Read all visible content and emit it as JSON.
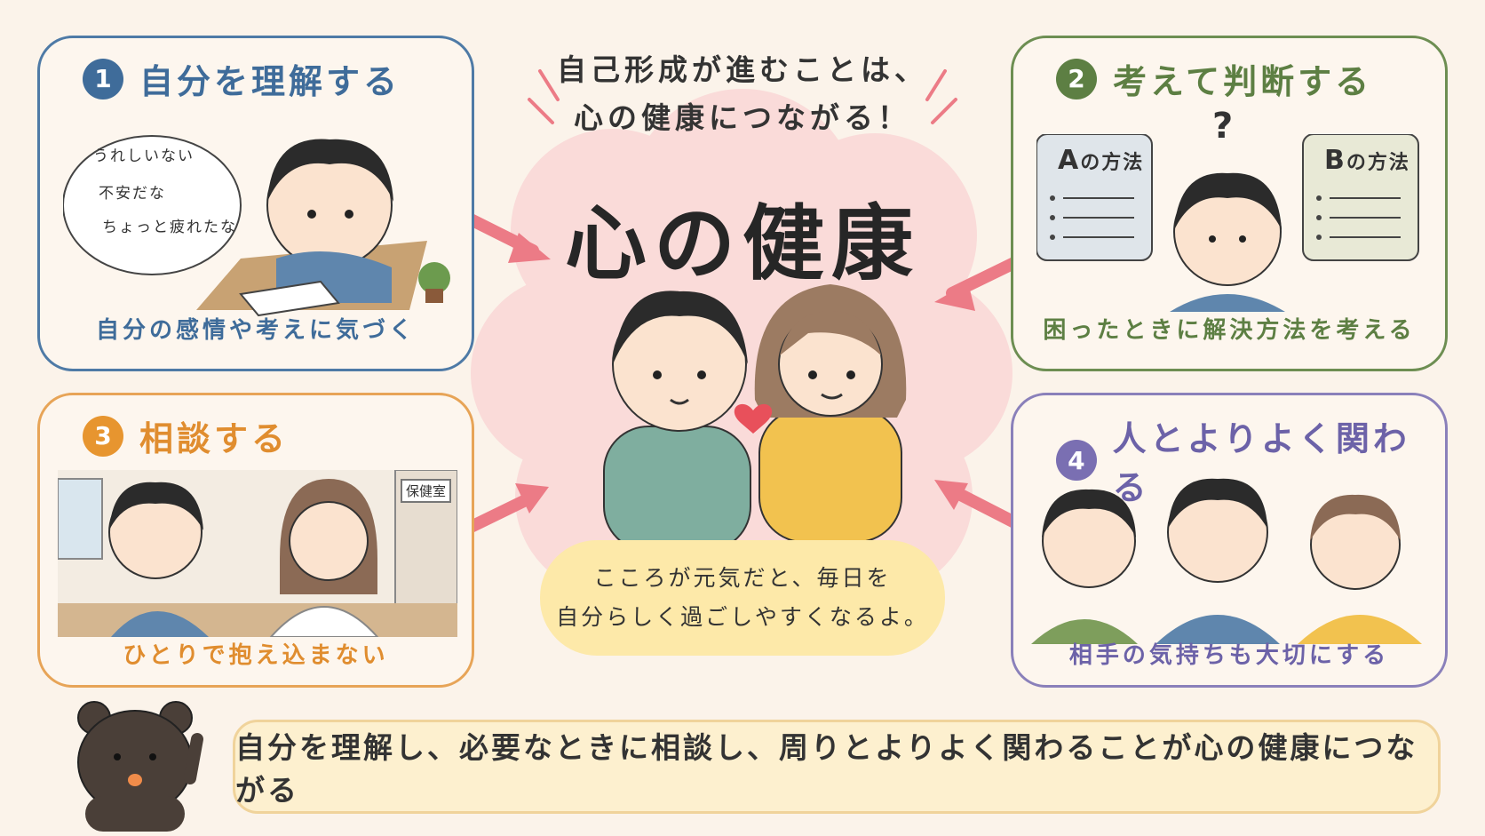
{
  "headline": {
    "line1": "自己形成が進むことは、",
    "line2": "心の健康につながる！"
  },
  "center": {
    "title": "心の健康",
    "bubble_line1": "こころが元気だと、毎日を",
    "bubble_line2": "自分らしく過ごしやすくなるよ。"
  },
  "cards": [
    {
      "number": "1",
      "title": "自分を理解する",
      "caption": "自分の感情や考えに気づく",
      "thoughts": [
        "うれしいない",
        "不安だな",
        "ちょっと疲れたな"
      ]
    },
    {
      "number": "2",
      "title": "考えて判断する",
      "caption": "困ったときに解決方法を考える",
      "question": "?",
      "option_a_letter": "A",
      "option_a_suffix": "の方法",
      "option_b_letter": "B",
      "option_b_suffix": "の方法"
    },
    {
      "number": "3",
      "title": "相談する",
      "caption": "ひとりで抱え込まない",
      "door_sign": "保健室"
    },
    {
      "number": "4",
      "title": "人とよりよく関わる",
      "caption": "相手の気持ちも大切にする"
    }
  ],
  "summary": "自分を理解し、必要なときに相談し、周りとよりよく関わることが心の健康につながる",
  "colors": {
    "card1": "#3f6c9a",
    "card2": "#5d7f43",
    "card3": "#e7952f",
    "card4": "#7a6fb2",
    "arrow": "#ec7b86",
    "heart": "#e8505b"
  }
}
